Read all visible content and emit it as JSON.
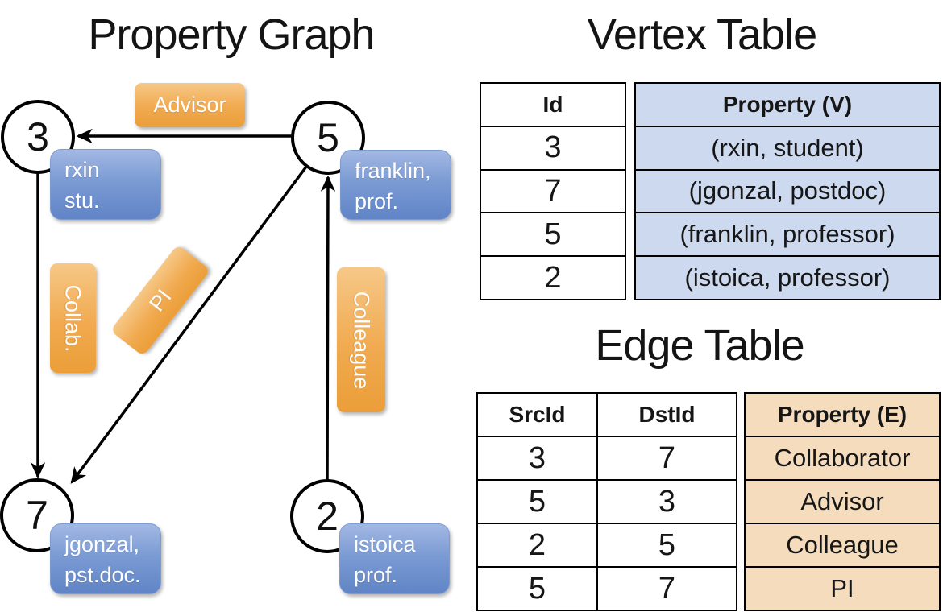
{
  "titles": {
    "graph": "Property Graph",
    "vertex_table": "Vertex Table",
    "edge_table": "Edge Table"
  },
  "graph": {
    "nodes": {
      "n3": "3",
      "n5": "5",
      "n7": "7",
      "n2": "2"
    },
    "vertex_labels": {
      "rxin": [
        "rxin",
        "stu."
      ],
      "franklin": [
        "franklin,",
        "prof."
      ],
      "jgonzal": [
        "jgonzal,",
        "pst.doc."
      ],
      "istoica": [
        "istoica",
        "prof."
      ]
    },
    "edge_labels": {
      "advisor": "Advisor",
      "collab": "Collab.",
      "pi": "PI",
      "colleague": "Colleague"
    }
  },
  "vertex_table": {
    "headers": {
      "id": "Id",
      "property": "Property (V)"
    },
    "rows": [
      {
        "id": "3",
        "property": "(rxin, student)"
      },
      {
        "id": "7",
        "property": "(jgonzal, postdoc)"
      },
      {
        "id": "5",
        "property": "(franklin, professor)"
      },
      {
        "id": "2",
        "property": "(istoica, professor)"
      }
    ]
  },
  "edge_table": {
    "headers": {
      "src": "SrcId",
      "dst": "DstId",
      "property": "Property (E)"
    },
    "rows": [
      {
        "src": "3",
        "dst": "7",
        "property": "Collaborator"
      },
      {
        "src": "5",
        "dst": "3",
        "property": "Advisor"
      },
      {
        "src": "2",
        "dst": "5",
        "property": "Colleague"
      },
      {
        "src": "5",
        "dst": "7",
        "property": "PI"
      }
    ]
  },
  "colors": {
    "edge_label_orange": "#f0a64a",
    "vertex_label_blue": "#6e8fcb",
    "vertex_table_fill": "#cdd9ee",
    "edge_table_fill": "#f4dcbc",
    "line_black": "#000000"
  }
}
